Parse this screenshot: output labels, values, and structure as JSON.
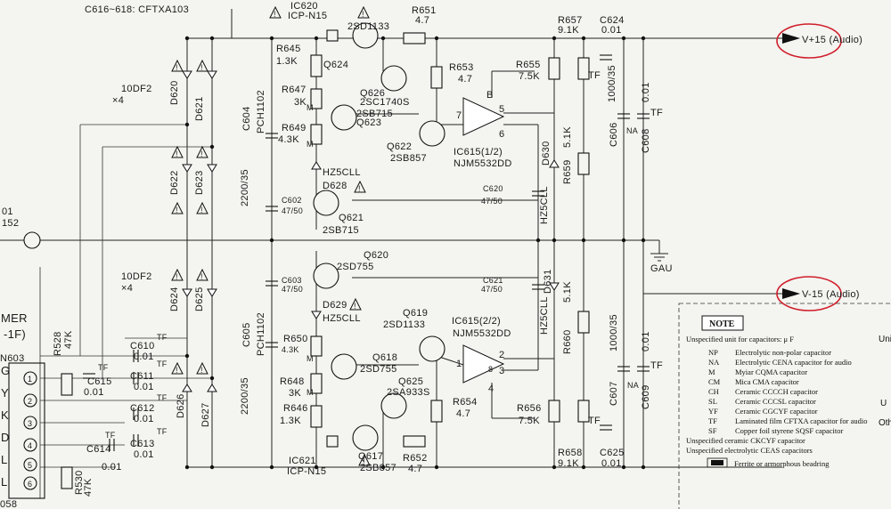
{
  "title_line": "C616~618: CFTXA103",
  "labels": [
    {
      "id": "ic620_ref",
      "text": "IC620"
    },
    {
      "id": "ic620_val",
      "text": "ICP-N15"
    },
    {
      "id": "q_2sd1133_top",
      "text": "2SD1133"
    },
    {
      "id": "r651_ref",
      "text": "R651"
    },
    {
      "id": "r651_val",
      "text": "4.7"
    },
    {
      "id": "r657_ref",
      "text": "R657"
    },
    {
      "id": "r657_val",
      "text": "9.1K"
    },
    {
      "id": "c624_ref",
      "text": "C624"
    },
    {
      "id": "c624_val",
      "text": "0.01"
    },
    {
      "id": "r645_ref",
      "text": "R645"
    },
    {
      "id": "r645_val",
      "text": "1.3K"
    },
    {
      "id": "q624",
      "text": "Q624"
    },
    {
      "id": "r653_ref",
      "text": "R653"
    },
    {
      "id": "r653_val",
      "text": "4.7"
    },
    {
      "id": "r655_ref",
      "text": "R655"
    },
    {
      "id": "r655_val",
      "text": "7.5K"
    },
    {
      "id": "tf_top",
      "text": "TF"
    },
    {
      "id": "c_1000_35_top",
      "text": "1000/35"
    },
    {
      "id": "c_001_top",
      "text": "0.01"
    },
    {
      "id": "d_10df2_top",
      "text": "10DF2"
    },
    {
      "id": "x4_top",
      "text": "×4"
    },
    {
      "id": "d620",
      "text": "D620"
    },
    {
      "id": "d621",
      "text": "D621"
    },
    {
      "id": "pch1102_top",
      "text": "PCH1102"
    },
    {
      "id": "r647_ref",
      "text": "R647"
    },
    {
      "id": "r647_val",
      "text": "3K"
    },
    {
      "id": "q626",
      "text": "Q626"
    },
    {
      "id": "q626_type",
      "text": "2SC1740S"
    },
    {
      "id": "b_label",
      "text": "B"
    },
    {
      "id": "q623_type",
      "text": "2SB715"
    },
    {
      "id": "q623",
      "text": "Q623"
    },
    {
      "id": "pin7",
      "text": "7"
    },
    {
      "id": "pin5",
      "text": "5"
    },
    {
      "id": "pin6",
      "text": "6"
    },
    {
      "id": "c604",
      "text": "C604"
    },
    {
      "id": "r649_ref",
      "text": "R649"
    },
    {
      "id": "r649_val",
      "text": "4.3K"
    },
    {
      "id": "q622",
      "text": "Q622"
    },
    {
      "id": "q622_type",
      "text": "2SB857"
    },
    {
      "id": "ic615_1",
      "text": "IC615(1/2)"
    },
    {
      "id": "njm_1",
      "text": "NJM5532DD"
    },
    {
      "id": "d630",
      "text": "D630"
    },
    {
      "id": "r659_val",
      "text": "5.1K"
    },
    {
      "id": "r659_ref",
      "text": "R659"
    },
    {
      "id": "c606",
      "text": "C606"
    },
    {
      "id": "na_top",
      "text": "NA"
    },
    {
      "id": "c608",
      "text": "C608"
    },
    {
      "id": "tf_c608",
      "text": "TF"
    },
    {
      "id": "c_2200_35_top",
      "text": "2200/35"
    },
    {
      "id": "hz5cll_top",
      "text": "HZ5CLL"
    },
    {
      "id": "d628",
      "text": "D628"
    },
    {
      "id": "d622",
      "text": "D622"
    },
    {
      "id": "d623",
      "text": "D623"
    },
    {
      "id": "c620_ref",
      "text": "C620"
    },
    {
      "id": "c620_val",
      "text": "47/50"
    },
    {
      "id": "hz5cll_d630",
      "text": "HZ5CLL"
    },
    {
      "id": "c602_ref",
      "text": "C602"
    },
    {
      "id": "c602_val",
      "text": "47/50"
    },
    {
      "id": "q621",
      "text": "Q621"
    },
    {
      "id": "q621_type",
      "text": "2SB715"
    },
    {
      "id": "left_01",
      "text": "01"
    },
    {
      "id": "left_152",
      "text": "152"
    },
    {
      "id": "gau",
      "text": "GAU"
    },
    {
      "id": "q620",
      "text": "Q620"
    },
    {
      "id": "q620_type",
      "text": "2SD755"
    },
    {
      "id": "d_10df2_bot",
      "text": "10DF2"
    },
    {
      "id": "x4_bot",
      "text": "×4"
    },
    {
      "id": "c603_ref",
      "text": "C603"
    },
    {
      "id": "c603_val",
      "text": "47/50"
    },
    {
      "id": "c621_ref",
      "text": "C621"
    },
    {
      "id": "c621_val",
      "text": "47/50"
    },
    {
      "id": "d624",
      "text": "D624"
    },
    {
      "id": "d625",
      "text": "D625"
    },
    {
      "id": "d629",
      "text": "D629"
    },
    {
      "id": "hz5cll_bot",
      "text": "HZ5CLL"
    },
    {
      "id": "q619",
      "text": "Q619"
    },
    {
      "id": "q619_type",
      "text": "2SD1133"
    },
    {
      "id": "ic615_2",
      "text": "IC615(2/2)"
    },
    {
      "id": "njm_2",
      "text": "NJM5532DD"
    },
    {
      "id": "hz5cll_d631",
      "text": "HZ5CLL"
    },
    {
      "id": "d631",
      "text": "D631"
    },
    {
      "id": "r660_val",
      "text": "5.1K"
    },
    {
      "id": "r660_ref",
      "text": "R660"
    },
    {
      "id": "c_1000_35_bot",
      "text": "1000/35"
    },
    {
      "id": "c_001_bot",
      "text": "0.01"
    },
    {
      "id": "mer",
      "text": "MER"
    },
    {
      "id": "one_f",
      "text": "-1F)"
    },
    {
      "id": "c605",
      "text": "C605"
    },
    {
      "id": "pch1102_bot",
      "text": "PCH1102"
    },
    {
      "id": "r650_ref",
      "text": "R650"
    },
    {
      "id": "r650_val",
      "text": "4.3K"
    },
    {
      "id": "q618",
      "text": "Q618"
    },
    {
      "id": "q618_type",
      "text": "2SD755"
    },
    {
      "id": "r528_ref",
      "text": "R528"
    },
    {
      "id": "r528_val",
      "text": "47K"
    },
    {
      "id": "n603",
      "text": "N603"
    },
    {
      "id": "tf_c610",
      "text": "TF"
    },
    {
      "id": "c610_ref",
      "text": "C610"
    },
    {
      "id": "c610_val",
      "text": "0.01"
    },
    {
      "id": "c611_ref",
      "text": "C611"
    },
    {
      "id": "c611_val",
      "text": "0.01"
    },
    {
      "id": "c615_ref",
      "text": "C615"
    },
    {
      "id": "c615_val",
      "text": "0.01"
    },
    {
      "id": "tf_c615",
      "text": "TF"
    },
    {
      "id": "tf_c611",
      "text": "TF"
    },
    {
      "id": "r648_ref",
      "text": "R648"
    },
    {
      "id": "r648_val",
      "text": "3K"
    },
    {
      "id": "q625",
      "text": "Q625"
    },
    {
      "id": "q625_type",
      "text": "2SA933S"
    },
    {
      "id": "r654_ref",
      "text": "R654"
    },
    {
      "id": "r654_val",
      "text": "4.7"
    },
    {
      "id": "c607",
      "text": "C607"
    },
    {
      "id": "na_bot",
      "text": "NA"
    },
    {
      "id": "c609",
      "text": "C609"
    },
    {
      "id": "tf_c609",
      "text": "TF"
    },
    {
      "id": "c_2200_35_bot",
      "text": "2200/35"
    },
    {
      "id": "tf_c612",
      "text": "TF"
    },
    {
      "id": "c612_ref",
      "text": "C612"
    },
    {
      "id": "c612_val",
      "text": "0.01"
    },
    {
      "id": "d626",
      "text": "D626"
    },
    {
      "id": "d627",
      "text": "D627"
    },
    {
      "id": "r646_ref",
      "text": "R646"
    },
    {
      "id": "r646_val",
      "text": "1.3K"
    },
    {
      "id": "r656_ref",
      "text": "R656"
    },
    {
      "id": "r656_val",
      "text": "7.5K"
    },
    {
      "id": "tf_bot",
      "text": "TF"
    },
    {
      "id": "tf_c613",
      "text": "TF"
    },
    {
      "id": "c613_ref",
      "text": "C613"
    },
    {
      "id": "c613_val",
      "text": "0.01"
    },
    {
      "id": "tf_c614",
      "text": "TF"
    },
    {
      "id": "c614_ref",
      "text": "C614"
    },
    {
      "id": "c614_val",
      "text": "0.01"
    },
    {
      "id": "r652_ref",
      "text": "R652"
    },
    {
      "id": "r652_val",
      "text": "4.7"
    },
    {
      "id": "r658_ref",
      "text": "R658"
    },
    {
      "id": "r658_val",
      "text": "9.1K"
    },
    {
      "id": "c625_ref",
      "text": "C625"
    },
    {
      "id": "c625_val",
      "text": "0.01"
    },
    {
      "id": "ic621_ref",
      "text": "IC621"
    },
    {
      "id": "ic621_val",
      "text": "ICP-N15"
    },
    {
      "id": "q617",
      "text": "Q617"
    },
    {
      "id": "q617_type",
      "text": "2SB857"
    },
    {
      "id": "r530_ref",
      "text": "R530"
    },
    {
      "id": "r530_val",
      "text": "47K"
    },
    {
      "id": "left_058",
      "text": "058"
    },
    {
      "id": "pin4",
      "text": "4"
    },
    {
      "id": "pin2",
      "text": "2"
    },
    {
      "id": "pin3",
      "text": "3"
    },
    {
      "id": "pin1",
      "text": "1"
    },
    {
      "id": "pin8",
      "text": "8"
    },
    {
      "id": "m1",
      "text": "M"
    },
    {
      "id": "m2",
      "text": "M"
    },
    {
      "id": "m3",
      "text": "M"
    },
    {
      "id": "m4",
      "text": "M"
    }
  ],
  "rails": {
    "pos": "V+15 (Audio)",
    "neg": "V-15 (Audio)"
  },
  "connector": {
    "letters": [
      "G",
      "Y",
      "K",
      "D",
      "L",
      "L"
    ],
    "pins": [
      "1",
      "2",
      "3",
      "4",
      "5",
      "6"
    ]
  },
  "note": {
    "title": "NOTE",
    "unit": "Unspecified unit for capacitors: μ F",
    "rows": [
      {
        "code": "NP",
        "desc": "Electrolytic non-polar capacitor"
      },
      {
        "code": "NA",
        "desc": "Electrolytic CENA capacitor for audio"
      },
      {
        "code": "M",
        "desc": "Myiar CQMA capacitor"
      },
      {
        "code": "CM",
        "desc": "Mica CMA capacitor"
      },
      {
        "code": "CH",
        "desc": "Ceramic CCCCH capacitor"
      },
      {
        "code": "SL",
        "desc": "Ceramic CCCSL capacitor"
      },
      {
        "code": "YF",
        "desc": "Ceramic CGCYF capacitor"
      },
      {
        "code": "TF",
        "desc": "Laminated film CFTXA capacitor for audio"
      },
      {
        "code": "SF",
        "desc": "Copper foil styrene SQSF capacitor"
      }
    ],
    "extra1": "Unspecified ceramic CKCYF capacitor",
    "extra2": "Unspecified electrolytic CEAS capacitors",
    "ferrite": "Ferrite or armorphous beadring"
  },
  "edge_fragments": {
    "uni": "Uni",
    "u": "U",
    "oth": "Oth"
  },
  "colors": {
    "ink": "#111111",
    "paper": "#f4f4f0",
    "highlight_circle": "#d01d2a"
  },
  "icons": [
    "warning-triangle-icon",
    "ground-icon",
    "ferrite-bead-icon"
  ]
}
